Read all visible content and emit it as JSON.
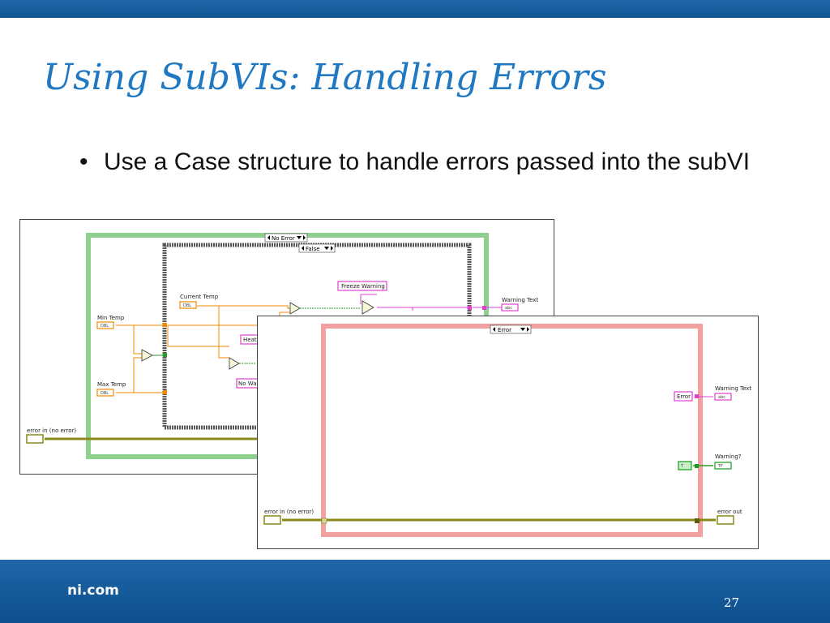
{
  "slide": {
    "title": "Using SubVIs: Handling Errors",
    "bullet_marker": "•",
    "bullet": "Use a Case structure to handle errors passed into the subVI",
    "footer_logo": "ni.com",
    "page_number": "27"
  },
  "diagram1": {
    "case_selector": "No Error",
    "inner_case_selector": "False",
    "labels": {
      "current_temp": "Current Temp",
      "min_temp": "Min Temp",
      "max_temp": "Max Temp",
      "warning_text": "Warning Text",
      "error_in": "error in (no error)"
    },
    "constants": {
      "freeze_warning": "Freeze Warning",
      "heat_partial": "Heat",
      "no_warning_partial": "No Wa"
    },
    "terminals": {
      "current_temp": "DBL",
      "min_temp": "DBL",
      "max_temp": "DBL",
      "warning_text": "abc"
    }
  },
  "diagram2": {
    "case_selector": "Error",
    "labels": {
      "warning_text": "Warning Text",
      "warning": "Warning?",
      "error_in": "error in (no error)",
      "error_out": "error out"
    },
    "constants": {
      "error": "Error",
      "true_const": "T"
    },
    "terminals": {
      "warning_text": "abc",
      "warning": "TF"
    }
  },
  "colors": {
    "brand_blue": "#1a63a6",
    "title_blue": "#1f78c1",
    "success_green": "#8fd08f",
    "error_red": "#f2a0a0",
    "string_pink": "#e040d0",
    "numeric_orange": "#f08a00",
    "bool_green": "#1a9a1a",
    "error_wire": "#8a8a1a"
  },
  "icons": [
    "case-selector-increment-arrow-icon",
    "case-selector-decrement-arrow-icon",
    "case-selector-dropdown-icon",
    "compare-function-icon",
    "select-function-icon"
  ]
}
